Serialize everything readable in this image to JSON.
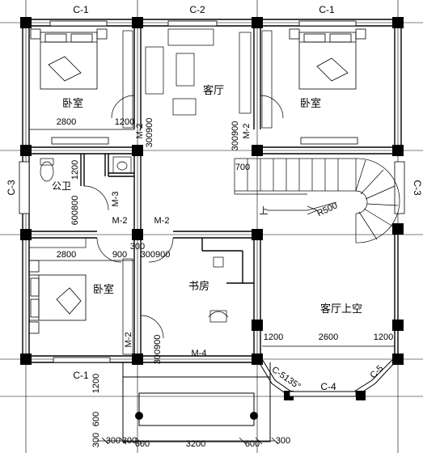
{
  "rooms": {
    "bedroom_top_left": "卧室",
    "living_top": "客厅",
    "bedroom_top_right": "卧室",
    "bathroom": "公卫",
    "bedroom_bottom_left": "卧室",
    "study": "书房",
    "double_height_living": "客厅上空"
  },
  "window_labels": {
    "top_left": "C-1",
    "top_center": "C-2",
    "top_right": "C-1",
    "left_side": "C-3",
    "right_side": "C-3",
    "bottom_left": "C-1",
    "bay_center": "C-4",
    "bay_left": "C-5135°",
    "bay_right": "C-5"
  },
  "door_labels": {
    "m2_a": "M-2",
    "m2_b": "M-2",
    "m3": "M-3",
    "m2_c": "M-2",
    "m2_d": "M-2",
    "m2_e": "M-2",
    "m4": "M-4"
  },
  "stair": {
    "up_label": "上",
    "radius_label": "R500"
  },
  "dimensions": {
    "d2800_a": "2800",
    "d1200_a": "1200",
    "d300900_a": "300900",
    "d300900_b": "300900",
    "d700": "700",
    "d1200_b": "1200",
    "d600800": "600800",
    "d2800_b": "2800",
    "d900": "900",
    "d300_mid": "300",
    "d300900_c": "300900",
    "d300900_d": "300900",
    "d1200_c": "1200",
    "d2600": "2600",
    "d1200_d": "1200",
    "d1200_e": "1200",
    "d600": "600",
    "d300_a": "300",
    "d300_b": "300",
    "d600_b": "600",
    "d3200": "3200",
    "d600_c": "600",
    "d300_c": "300",
    "d300_d": "300"
  }
}
